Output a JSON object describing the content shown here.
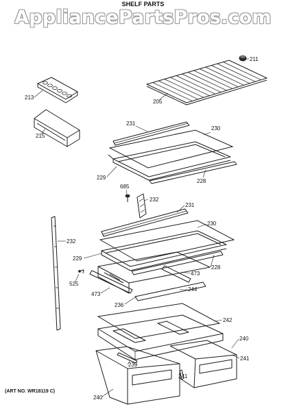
{
  "watermark": "AppliancePartsPros.com",
  "title": "SHELF PARTS",
  "art_number": "(ART NO. WR18119 C)",
  "callouts": [
    {
      "id": "211",
      "label": "211"
    },
    {
      "id": "213",
      "label": "213"
    },
    {
      "id": "205",
      "label": "205"
    },
    {
      "id": "215",
      "label": "215"
    },
    {
      "id": "231a",
      "label": "231"
    },
    {
      "id": "230a",
      "label": "230"
    },
    {
      "id": "229a",
      "label": "229"
    },
    {
      "id": "228a",
      "label": "228"
    },
    {
      "id": "685",
      "label": "685"
    },
    {
      "id": "232a",
      "label": "232"
    },
    {
      "id": "231b",
      "label": "231"
    },
    {
      "id": "232b",
      "label": "232"
    },
    {
      "id": "230b",
      "label": "230"
    },
    {
      "id": "229b",
      "label": "229"
    },
    {
      "id": "228b",
      "label": "228"
    },
    {
      "id": "525",
      "label": "525"
    },
    {
      "id": "473a",
      "label": "473"
    },
    {
      "id": "473b",
      "label": "473"
    },
    {
      "id": "244",
      "label": "244"
    },
    {
      "id": "236",
      "label": "236"
    },
    {
      "id": "242",
      "label": "242"
    },
    {
      "id": "240a",
      "label": "240"
    },
    {
      "id": "241a",
      "label": "241"
    },
    {
      "id": "239",
      "label": "239"
    },
    {
      "id": "241b",
      "label": "241"
    },
    {
      "id": "240b",
      "label": "240"
    }
  ]
}
